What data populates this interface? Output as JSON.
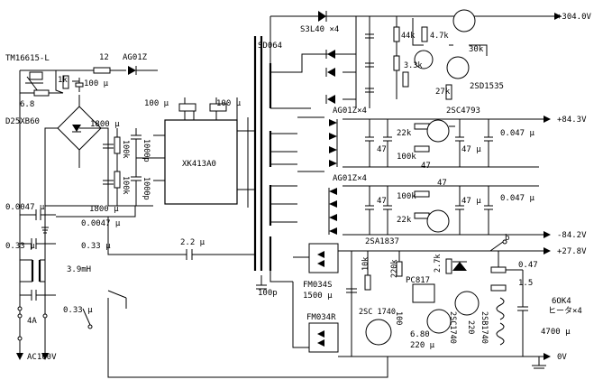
{
  "labels": {
    "tm": "TM16615-L",
    "r12": "12",
    "ag01z": "AG01Z",
    "r1k": "1k",
    "c100u_top": "100 μ",
    "r68": "6.8",
    "bridge": "D25XB60",
    "c1800_a": "1800 μ",
    "c1800_b": "1800 μ",
    "r100k_a": "100k",
    "r100k_b": "100k",
    "c1000p_a": "1000p",
    "c1000p_b": "1000p",
    "c100u_ic1": "100 μ",
    "c100u_ic2": "100 μ",
    "ic": "XK413A0",
    "c22u": "2.2 μ",
    "c0047_a": "0.0047 μ",
    "c0047_b": "0.0047 μ",
    "c033_a": "0.33 μ",
    "c033_b": "0.33 μ",
    "choke": "3.9mH",
    "fuse": "4A",
    "ac": "AC100V",
    "sd064": "SD064",
    "c100p": "100p",
    "s3l40": "S3L40 ×4",
    "r44k": "44k",
    "r47k": "4.7k",
    "r30k": "30k",
    "r33k": "3.3k",
    "r27k": "27k",
    "q2sd1535": "2SD1535",
    "out_304": "+304.0V",
    "ag01z4_a": "AG01Z×4",
    "q2sc4793": "2SC4793",
    "r22k_a": "22k",
    "r100k_c": "100k",
    "c47_a": "47",
    "c47_b": "47",
    "c47_c": "47 μ",
    "c0047_c": "0.047 μ",
    "out_843": "+84.3V",
    "ag01z4_b": "AG01Z×4",
    "r100k_d": "100k",
    "r22k_b": "22k",
    "c47_d": "47",
    "c47_e": "47",
    "c47_f": "47 μ",
    "c0047_d": "0.047 μ",
    "q2sa1837": "2SA1837",
    "out_842": "-84.2V",
    "fm34s": "FM034S",
    "fm34r": "FM034R",
    "c1500": "1500 μ",
    "r10k": "10k",
    "r220k": "220k",
    "r27k_b": "2.7k",
    "pc817": "PC817",
    "q2sc1740_a": "2SC 1740",
    "r100": "100",
    "r680": "6.80",
    "c220": "220 μ",
    "q2sc1740_b": "2SC1740",
    "r220_b": "220",
    "q2sb1740": "2SB1740",
    "r047": "0.47",
    "r15": "1.5",
    "heater": "6OK4",
    "heater2": "ヒータ×4",
    "c4700": "4700 μ",
    "sw_b": "b",
    "out_278": "+27.8V",
    "out_0": "0V"
  }
}
